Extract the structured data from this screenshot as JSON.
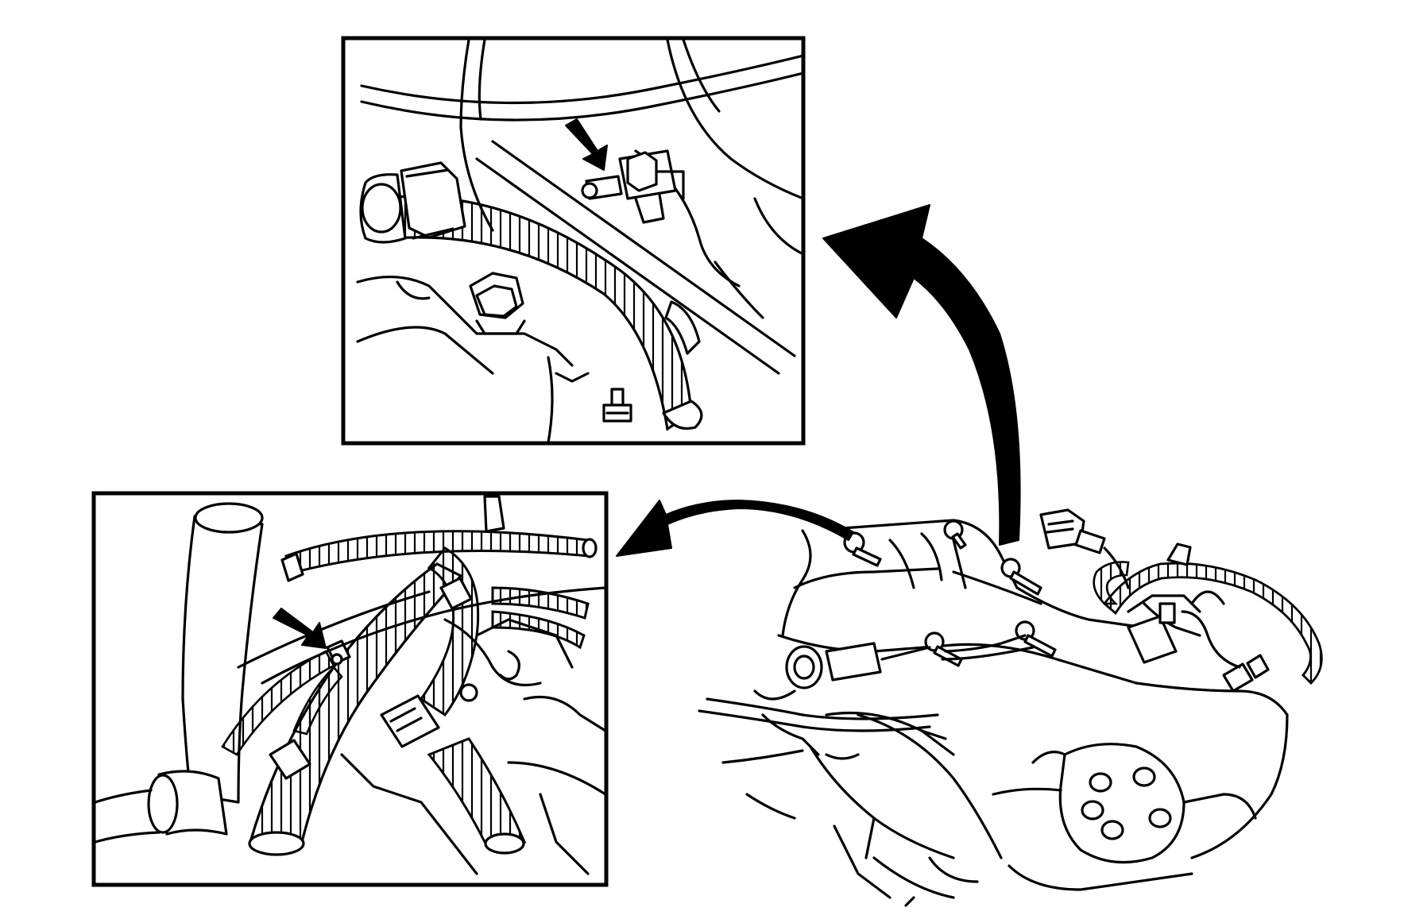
{
  "diagram": {
    "labels": [],
    "colors": {
      "ink": "#000000",
      "paper": "#ffffff"
    },
    "callouts": [
      {
        "name": "upper-inset",
        "target": "ground-stud-with-harness-eyelet"
      },
      {
        "name": "lower-inset",
        "target": "harness-ground-connector"
      }
    ],
    "arrows": [
      "callout-arrow-to-upper-inset",
      "callout-arrow-to-lower-inset",
      "pointer-arrow-upper",
      "pointer-arrow-lower"
    ]
  }
}
